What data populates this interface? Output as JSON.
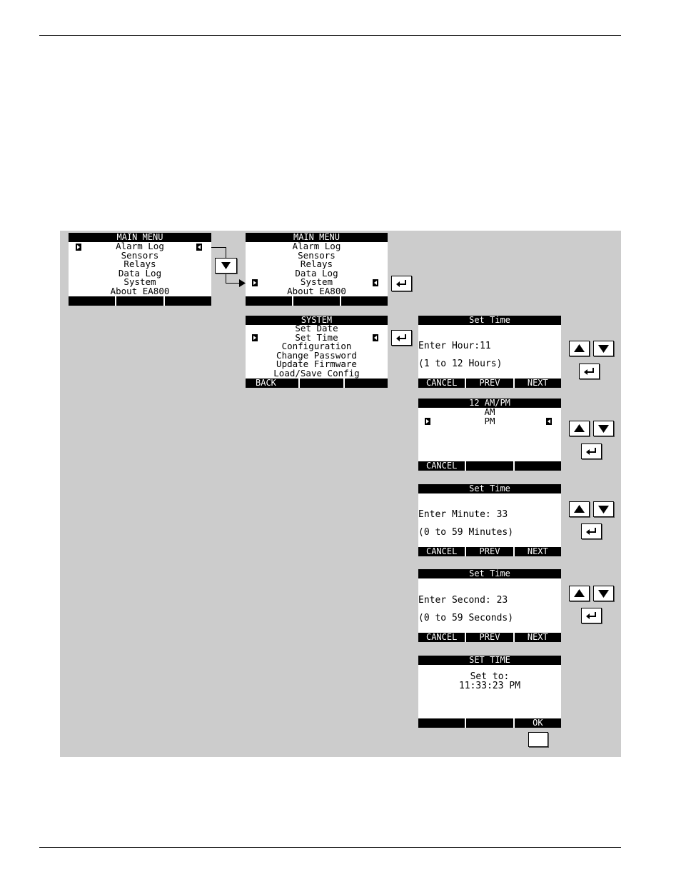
{
  "screens": {
    "main_menu_1": {
      "title": "MAIN MENU",
      "items": [
        "Alarm Log",
        "Sensors",
        "Relays",
        "Data Log",
        "System",
        "About EA800"
      ],
      "softkeys": [
        "",
        "",
        ""
      ]
    },
    "main_menu_2": {
      "title": "MAIN MENU",
      "items": [
        "Alarm Log",
        "Sensors",
        "Relays",
        "Data Log",
        "System",
        "About EA800"
      ],
      "softkeys": [
        "",
        "",
        ""
      ]
    },
    "system_menu": {
      "title": "SYSTEM",
      "items": [
        "Set Date",
        "Set Time",
        "Configuration",
        "Change Password",
        "Update Firmware",
        "Load/Save Config"
      ],
      "softkeys": [
        "BACK",
        "",
        ""
      ]
    },
    "set_hour": {
      "title": "Set Time",
      "line1": "Enter Hour:11",
      "line2": "(1 to 12 Hours)",
      "softkeys": [
        "CANCEL",
        "PREV",
        "NEXT"
      ]
    },
    "ampm": {
      "title": "12 AM/PM",
      "items": [
        "AM",
        "PM"
      ],
      "softkeys": [
        "CANCEL",
        "",
        ""
      ]
    },
    "set_minute": {
      "title": "Set Time",
      "line1": "Enter Minute: 33",
      "line2": "(0 to 59 Minutes)",
      "softkeys": [
        "CANCEL",
        "PREV",
        "NEXT"
      ]
    },
    "set_second": {
      "title": "Set Time",
      "line1": "Enter Second:  23",
      "line2": "(0 to 59 Seconds)",
      "softkeys": [
        "CANCEL",
        "PREV",
        "NEXT"
      ]
    },
    "confirm": {
      "title": "SET TIME",
      "line1": "Set to:",
      "line2": "11:33:23 PM",
      "softkeys": [
        "",
        "",
        "OK"
      ]
    }
  },
  "keys": {
    "down": "down-arrow-icon",
    "up": "up-arrow-icon",
    "enter": "enter-icon"
  }
}
